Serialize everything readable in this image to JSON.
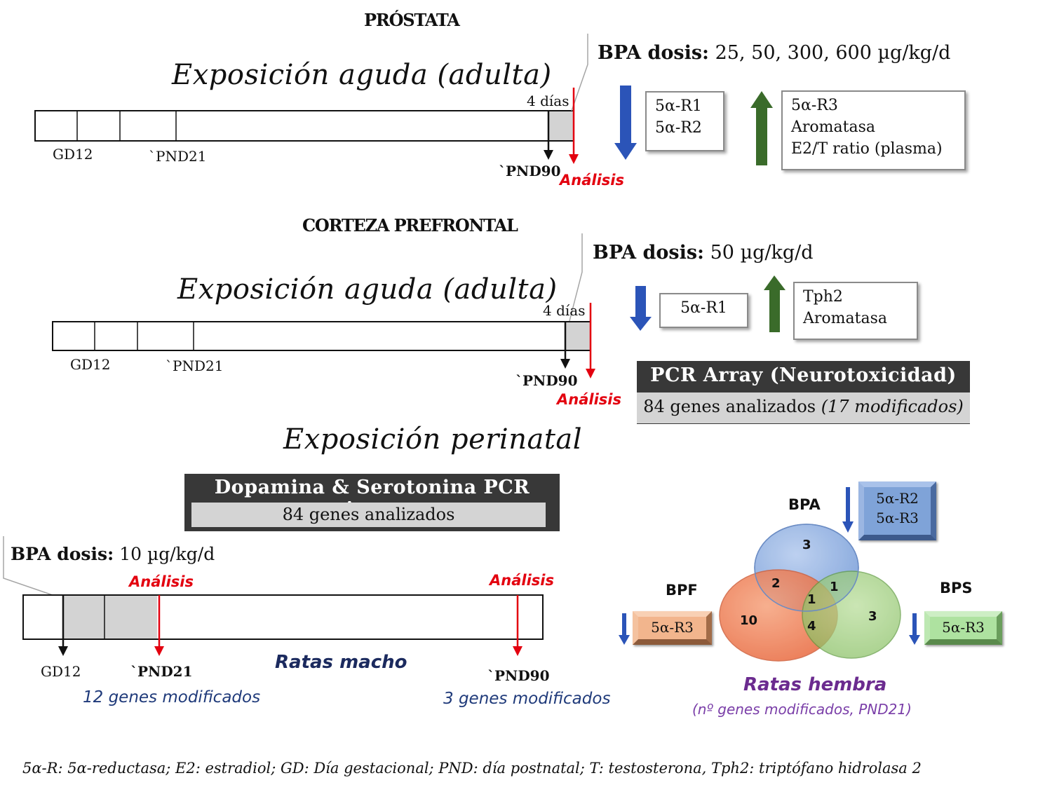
{
  "prostata": {
    "title": "PRÓSTATA",
    "exposure_label": "Exposición aguda (adulta)",
    "timeline": {
      "gd": "GD12",
      "pnd21": "`PND21",
      "pnd90": "`PND90",
      "duration": "4 días",
      "analysis": "Análisis"
    },
    "dose_label": "BPA dosis:",
    "dose_value": "25, 50, 300, 600 µg/kg/d",
    "down_genes": [
      "5α-R1",
      "5α-R2"
    ],
    "up_genes": [
      "5α-R3",
      "Aromatasa",
      "E2/T ratio (plasma)"
    ]
  },
  "corteza": {
    "title": "CORTEZA PREFRONTAL",
    "exposure_label": "Exposición aguda (adulta)",
    "timeline": {
      "gd": "GD12",
      "pnd21": "`PND21",
      "pnd90": "`PND90",
      "duration": "4 días",
      "analysis": "Análisis"
    },
    "dose_label": "BPA dosis:",
    "dose_value": "50 µg/kg/d",
    "down_genes": [
      "5α-R1"
    ],
    "up_genes": [
      "Tph2",
      "Aromatasa"
    ],
    "pcr_title": "PCR Array (Neurotoxicidad)",
    "pcr_sub_main": "84 genes analizados ",
    "pcr_sub_italic": "(17 modificados)"
  },
  "perinatal": {
    "exposure_label": "Exposición perinatal",
    "pcr_title": "Dopamina & Serotonina PCR Array",
    "pcr_sub": "84 genes analizados",
    "dose_label": "BPA dosis:",
    "dose_value": "10 µg/kg/d",
    "timeline": {
      "gd": "GD12",
      "pnd21": "`PND21",
      "pnd90": "`PND90",
      "analysis_1": "Análisis",
      "analysis_2": "Análisis",
      "males": "Ratas macho",
      "mod_pnd21": "12 genes modificados",
      "mod_pnd90": "3 genes modificados"
    }
  },
  "venn": {
    "sets": [
      "BPA",
      "BPF",
      "BPS"
    ],
    "counts": {
      "bpa_only": "3",
      "bpa_bpf": "2",
      "bpa_bps": "1",
      "all": "1",
      "bpf_only": "10",
      "bpf_bps": "4",
      "bps_only": "3"
    },
    "bpa_genes": [
      "5α-R2",
      "5α-R3"
    ],
    "bpf_genes": [
      "5α-R3"
    ],
    "bps_genes": [
      "5α-R3"
    ],
    "females": "Ratas hembra",
    "note": "(nº genes modificados, PND21)",
    "colors": {
      "bpa": "#8fb0e0",
      "bpf": "#ee7e4e",
      "bps": "#8fc46a"
    }
  },
  "footer": "5α-R:  5α-reductasa; E2:  estradiol; GD: Día gestacional; PND: día postnatal; T: testosterona, Tph2: triptófano hidrolasa 2"
}
